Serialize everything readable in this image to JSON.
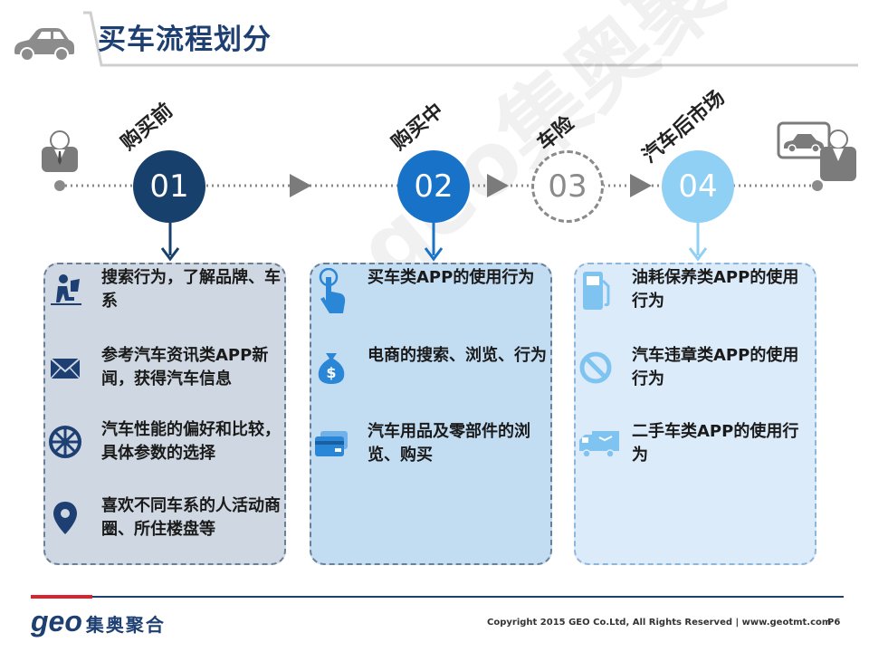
{
  "title": "买车流程划分",
  "phases": [
    {
      "number": "01",
      "label": "购买前"
    },
    {
      "number": "02",
      "label": "购买中"
    },
    {
      "number": "03",
      "label": "车险"
    },
    {
      "number": "04",
      "label": "汽车后市场"
    }
  ],
  "panels": [
    {
      "items": [
        {
          "icon": "person-at-computer-icon",
          "text": "搜索行为，了解品牌、车系"
        },
        {
          "icon": "envelope-icon",
          "text": "参考汽车资讯类APP新闻，获得汽车信息"
        },
        {
          "icon": "steering-wheel-icon",
          "text": "汽车性能的偏好和比较，具体参数的选择"
        },
        {
          "icon": "map-pin-icon",
          "text": "喜欢不同车系的人活动商圈、所住楼盘等"
        }
      ]
    },
    {
      "items": [
        {
          "icon": "touch-hand-icon",
          "text": "买车类APP的使用行为"
        },
        {
          "icon": "money-bag-icon",
          "text": "电商的搜索、浏览、行为"
        },
        {
          "icon": "credit-card-icon",
          "text": "汽车用品及零部件的浏览、购买"
        }
      ]
    },
    {
      "items": [
        {
          "icon": "fuel-pump-icon",
          "text": "油耗保养类APP的使用行为"
        },
        {
          "icon": "prohibited-icon",
          "text": "汽车违章类APP的使用行为"
        },
        {
          "icon": "truck-icon",
          "text": "二手车类APP的使用行为"
        }
      ]
    }
  ],
  "watermark": "geo集奥聚合",
  "logo": {
    "brand": "geo",
    "name": "集奥聚合"
  },
  "footer": {
    "copyright": "Copyright 2015 GEO Co.Ltd, All Rights Reserved   |   www.geotmt.com",
    "page": "P6"
  },
  "colors": {
    "navy": "#17406d",
    "blue": "#1873c8",
    "light_blue": "#8fd0f4",
    "panel1": "#cfd8e2",
    "panel2": "#c2dcf2",
    "panel3": "#dcebfa",
    "icon_navy": "#1d3f72",
    "icon_blue": "#2a86d6"
  }
}
